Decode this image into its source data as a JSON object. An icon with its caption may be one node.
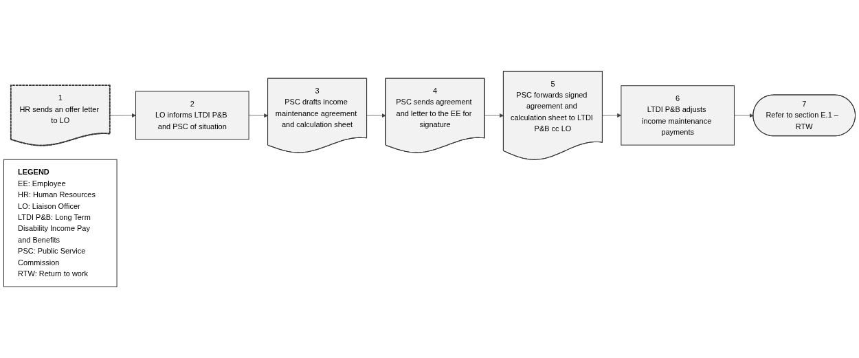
{
  "diagram": {
    "nodes": [
      {
        "text": [
          "1",
          "HR sends an offer letter to LO"
        ]
      },
      {
        "text": [
          "2",
          "LO informs LTDI P&B and PSC of situation"
        ]
      },
      {
        "text": [
          "3",
          "PSC drafts income maintenance agreement and calculation sheet"
        ]
      },
      {
        "text": [
          "4",
          "PSC sends agreement and letter to the EE for signature"
        ]
      },
      {
        "text": [
          "5",
          "PSC forwards signed agreement and calculation sheet to LTDI P&B cc LO"
        ]
      },
      {
        "text": [
          "6",
          "LTDI P&B adjusts income maintenance payments"
        ]
      },
      {
        "text": [
          "7",
          "Refer to section E.1 –  RTW"
        ]
      },
      {
        "text": [
          "LEGEND",
          "EE: Employee",
          "HR: Human Resources",
          "LO: Liaison Officer",
          "LTDI P&B: Long Term Disability Income Pay and Benefits",
          "PSC: Public Service Commission",
          "RTW: Return to work"
        ]
      }
    ],
    "edges": [
      {
        "from": 0,
        "to": 1,
        "arrow": "to"
      },
      {
        "from": 1,
        "to": 2,
        "arrow": "to"
      },
      {
        "from": 2,
        "to": 3,
        "arrow": "to"
      },
      {
        "from": 3,
        "to": 4,
        "arrow": "to"
      },
      {
        "from": 4,
        "to": 5,
        "arrow": "to"
      },
      {
        "from": 5,
        "to": 6,
        "arrow": "to"
      }
    ]
  }
}
